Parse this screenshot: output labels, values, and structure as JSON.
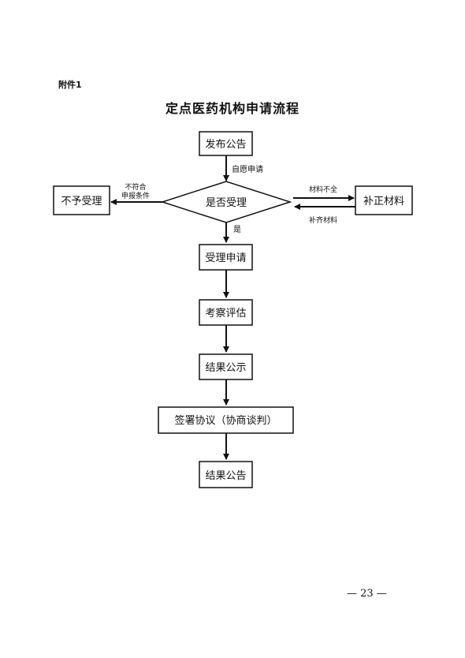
{
  "header": {
    "attachment_label": "附件1",
    "title": "定点医药机构申请流程"
  },
  "flow": {
    "publish": "发布公告",
    "voluntary_apply": "自愿申请",
    "decision": "是否受理",
    "reject": "不予受理",
    "reject_condition_line1": "不符合",
    "reject_condition_line2": "申报条件",
    "materials_incomplete": "材料不全",
    "supplement_box": "补正材料",
    "supplement_return": "补齐材料",
    "yes": "是",
    "accept": "受理申请",
    "evaluate": "考察评估",
    "publicize": "结果公示",
    "sign": "签署协议（协商谈判）",
    "result": "结果公告"
  },
  "footer": {
    "page_number": "— 23 —"
  }
}
